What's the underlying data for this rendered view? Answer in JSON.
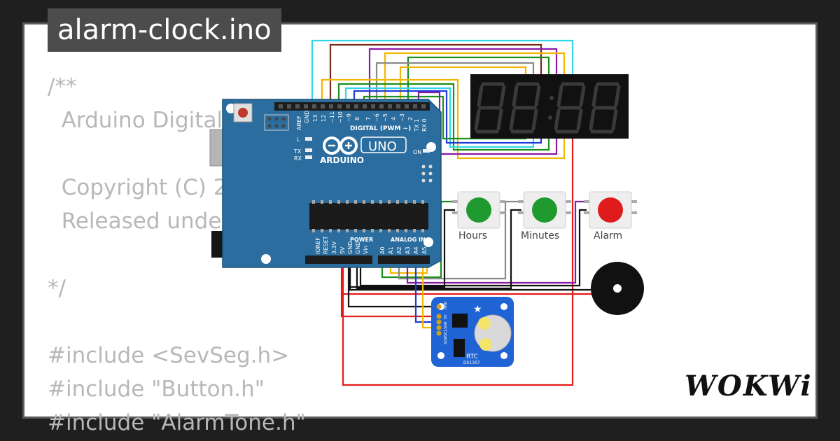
{
  "file": {
    "title": "alarm-clock.ino"
  },
  "code_lines": [
    "/**",
    "  Arduino Digital",
    "",
    "  Copyright (C) 2",
    "  Released unde",
    "",
    "*/",
    "",
    "#include <SevSeg.h>",
    "#include \"Button.h\"",
    "#include \"AlarmTone.h\""
  ],
  "arduino": {
    "brand": "ARDUINO",
    "model": "UNO",
    "digital_label": "DIGITAL (PWM ~)",
    "power_label": "POWER",
    "analog_label": "ANALOG IN",
    "led_l": "L",
    "led_tx": "TX",
    "led_rx": "RX",
    "on_label": "ON",
    "top_pins": [
      "AREF",
      "GND",
      "13",
      "12",
      "~11",
      "~10",
      "~9",
      "8",
      "7",
      "~6",
      "~5",
      "4",
      "~3",
      "2",
      "TX 1",
      "RX 0"
    ],
    "power_pins": [
      "IOREF",
      "RESET",
      "3.3V",
      "5V",
      "GND",
      "GND",
      "Vin"
    ],
    "analog_pins": [
      "A0",
      "A1",
      "A2",
      "A3",
      "A4",
      "A5"
    ]
  },
  "buttons": [
    {
      "label": "Hours",
      "color": "#1f9a2e"
    },
    {
      "label": "Minutes",
      "color": "#1f9a2e"
    },
    {
      "label": "Alarm",
      "color": "#e01b1b"
    }
  ],
  "rtc": {
    "name": "RTC",
    "chip": "DS1307",
    "pins": [
      "GND",
      "5V",
      "SDA",
      "SCL",
      "SQW"
    ]
  },
  "display": {
    "digits": 4
  },
  "wire_colors": {
    "red": "#e21b1b",
    "black": "#111111",
    "yellow": "#f2b705",
    "green": "#1c8f1c",
    "purple": "#8a1aa8",
    "blue": "#1f3ad6",
    "cyan": "#33d6e8",
    "brown": "#7a2a1a",
    "gray": "#8a8a8a"
  },
  "brand": "WOKWi"
}
